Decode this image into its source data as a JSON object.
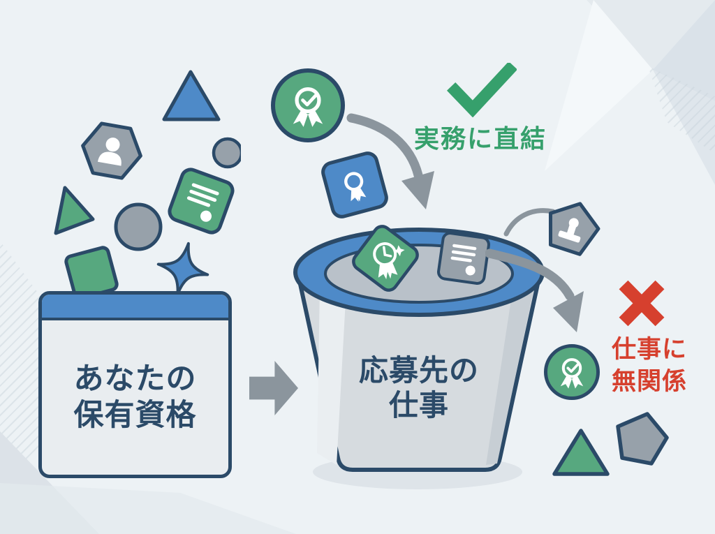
{
  "source_box": {
    "line1": "あなたの",
    "line2": "保有資格"
  },
  "bucket": {
    "line1": "応募先の",
    "line2": "仕事"
  },
  "match": {
    "label": "実務に直結"
  },
  "mismatch": {
    "line1": "仕事に",
    "line2": "無関係"
  },
  "colors": {
    "background": "#EDF2F5",
    "outline_navy": "#2B4A68",
    "accent_blue": "#4E8AC8",
    "accent_green": "#57A87F",
    "label_green": "#36A06C",
    "label_red": "#D6402E",
    "neutral_gray": "#97A1AA",
    "arrow_gray": "#8B959D",
    "bucket_body": "#D6DBDF",
    "bucket_inner_gray": "#B9C1C9"
  },
  "icons": {
    "award_check": "award-check-icon",
    "ribbon_award": "ribbon-award-icon",
    "clock_badge": "clock-badge-icon",
    "document": "document-icon",
    "person": "person-icon",
    "stamp": "stamp-icon",
    "check": "check-icon",
    "cross": "cross-icon",
    "arrow_right": "arrow-right-icon",
    "sparkle": "sparkle-icon"
  }
}
